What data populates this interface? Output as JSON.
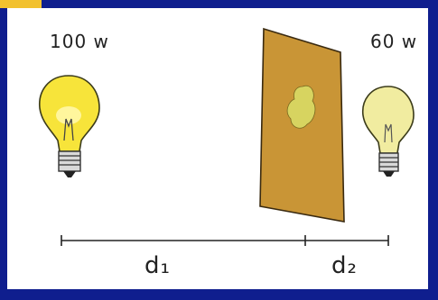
{
  "diagram": {
    "left_bulb_label": "100 w",
    "right_bulb_label": "60 w",
    "distance_1_label": "d₁",
    "distance_2_label": "d₂"
  },
  "colors": {
    "frame": "#0f1e8e",
    "accent_tab": "#f2c12e",
    "left_bulb": "#f7e43a",
    "right_bulb": "#f1eca0",
    "screen": "#c99536",
    "grease_spot": "#d7d460"
  }
}
